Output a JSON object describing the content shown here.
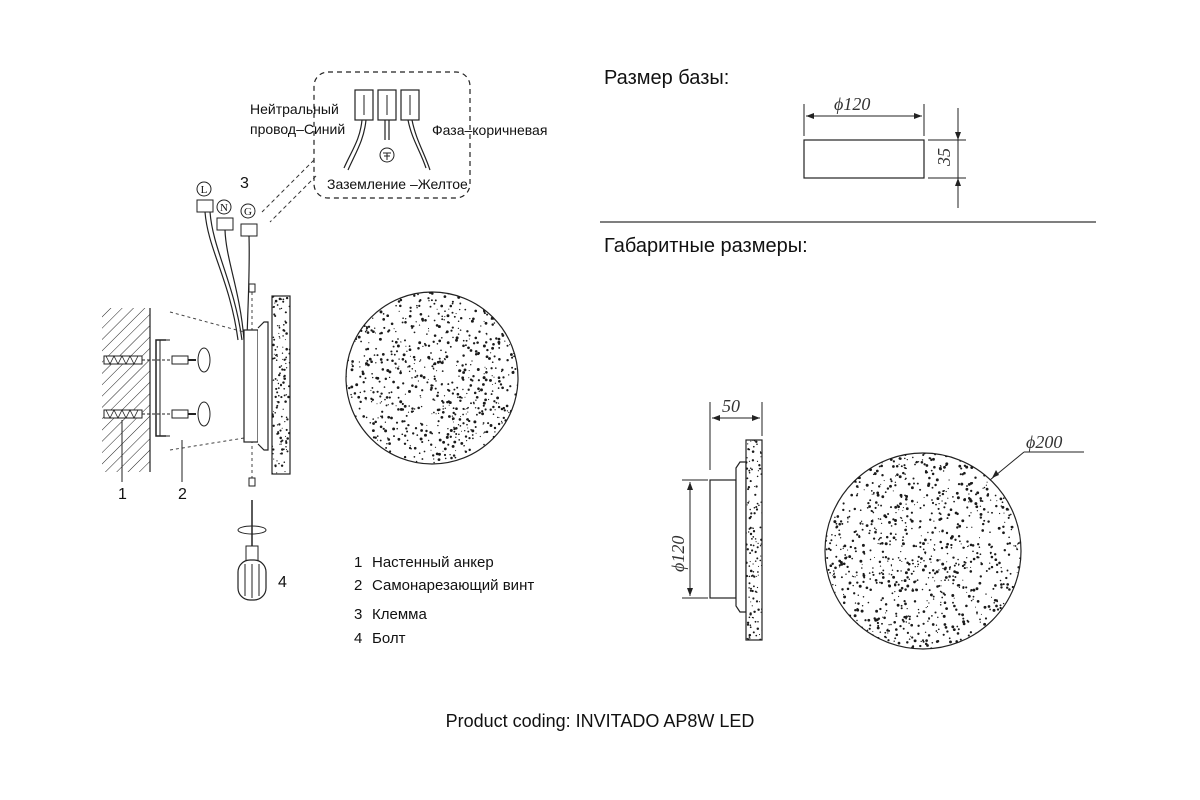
{
  "wiring": {
    "neutral_label_line1": "Нейтральный",
    "neutral_label_line2": "провод–Синий",
    "phase_label": "Фаза–коричневая",
    "ground_label": "Заземление –Желтое",
    "terminal_L": "L",
    "terminal_N": "N",
    "terminal_G": "G",
    "callout_3": "3"
  },
  "mounting": {
    "callout_1": "1",
    "callout_2": "2",
    "callout_4": "4"
  },
  "legend": [
    {
      "num": "1",
      "text": "Настенный анкер"
    },
    {
      "num": "2",
      "text": "Самонарезающий винт"
    },
    {
      "num": "3",
      "text": "Клемма"
    },
    {
      "num": "4",
      "text": "Болт"
    }
  ],
  "base_size": {
    "heading": "Размер базы:",
    "diameter": "ϕ120",
    "height": "35"
  },
  "overall_size": {
    "heading": "Габаритные размеры:",
    "depth": "50",
    "base_diameter": "ϕ120",
    "disc_diameter": "ϕ200"
  },
  "footer": {
    "product_coding": "Product coding: INVITADO AP8W LED"
  }
}
